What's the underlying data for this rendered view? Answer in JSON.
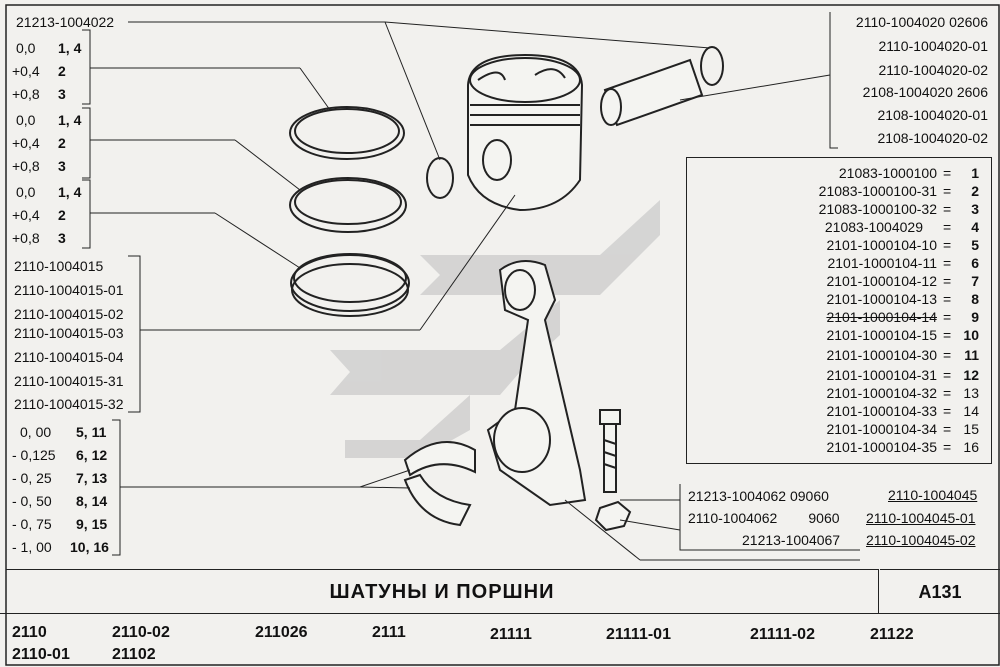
{
  "top_ring_pin_label": "21213-1004022",
  "ring_groups": [
    {
      "rows": [
        [
          "0,0",
          "1, 4"
        ],
        [
          "+0,4",
          "2"
        ],
        [
          "+0,8",
          "3"
        ]
      ]
    },
    {
      "rows": [
        [
          "0,0",
          "1, 4"
        ],
        [
          "+0,4",
          "2"
        ],
        [
          "+0,8",
          "3"
        ]
      ]
    },
    {
      "rows": [
        [
          "0,0",
          "1, 4"
        ],
        [
          "+0,4",
          "2"
        ],
        [
          "+0,8",
          "3"
        ]
      ]
    }
  ],
  "piston_parts": [
    "2110-1004015",
    "2110-1004015-01",
    "2110-1004015-02",
    "2110-1004015-03",
    "2110-1004015-04",
    "2110-1004015-31",
    "2110-1004015-32"
  ],
  "bearing_rows": [
    [
      "0, 00",
      "5, 11"
    ],
    [
      "- 0,125",
      "6, 12"
    ],
    [
      "- 0, 25",
      "7, 13"
    ],
    [
      "- 0, 50",
      "8, 14"
    ],
    [
      "- 0, 75",
      "9, 15"
    ],
    [
      "- 1, 00",
      "10, 16"
    ]
  ],
  "pin_parts": [
    "2110-1004020  02606",
    "2110-1004020-01",
    "2110-1004020-02",
    "2108-1004020  2606",
    "2108-1004020-01",
    "2108-1004020-02"
  ],
  "kit_table": [
    [
      "21083-1000100",
      "=",
      "1"
    ],
    [
      "21083-1000100-31",
      "=",
      "2"
    ],
    [
      "21083-1000100-32",
      "=",
      "3"
    ],
    [
      "21083-1004029",
      "=",
      "4"
    ],
    [
      "2101-1000104-10",
      "=",
      "5"
    ],
    [
      "2101-1000104-11",
      "=",
      "6"
    ],
    [
      "2101-1000104-12",
      "=",
      "7"
    ],
    [
      "2101-1000104-13",
      "=",
      "8"
    ],
    [
      "2101-1000104-14",
      "=",
      "9"
    ],
    [
      "2101-1000104-15",
      "=",
      "10"
    ],
    [
      "2101-1000104-30",
      "=",
      "11"
    ],
    [
      "2101-1000104-31",
      "=",
      "12"
    ],
    [
      "2101-1000104-32",
      "=",
      "13"
    ],
    [
      "2101-1000104-33",
      "=",
      "14"
    ],
    [
      "2101-1000104-34",
      "=",
      "15"
    ],
    [
      "2101-1000104-35",
      "=",
      "16"
    ]
  ],
  "bolt_parts": [
    "21213-1004062  09060",
    "2110-1004062        9060"
  ],
  "nut_part": "21213-1004067",
  "rod_parts": [
    "2110-1004045",
    "2110-1004045-01",
    "2110-1004045-02"
  ],
  "title": "ШАТУНЫ  И  ПОРШНИ",
  "page_code": "A131",
  "models": [
    "2110",
    "2110-02",
    "211026",
    "2111",
    "21111",
    "21111-01",
    "21111-02",
    "21122",
    "2110-01",
    "21102"
  ]
}
